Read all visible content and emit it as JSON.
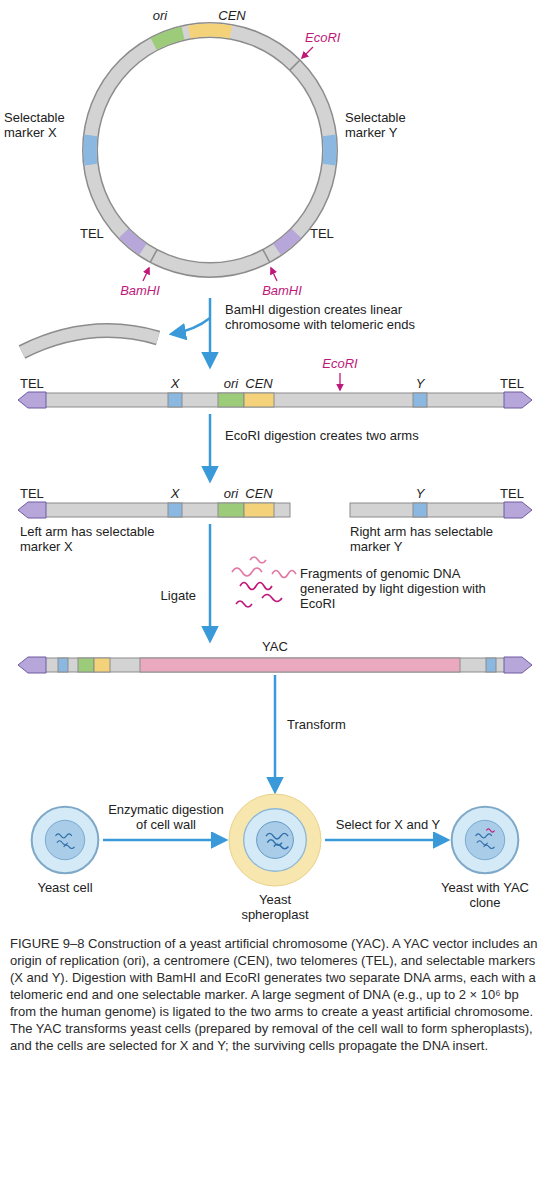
{
  "diagram": {
    "caption": "FIGURE 9–8 Construction of a yeast artificial chromosome (YAC). A YAC vector includes an origin of replication (ori), a centromere (CEN), two telomeres (TEL), and selectable markers (X and Y). Digestion with BamHI and EcoRI generates two separate DNA arms, each with a telomeric end and one selectable marker. A large segment of DNA (e.g., up to 2 × 10⁶ bp from the human genome) is ligated to the two arms to create a yeast artificial chromosome. The YAC transforms yeast cells (prepared by removal of the cell wall to form spheroplasts), and the cells are selected for X and Y; the surviving cells propagate the DNA insert.",
    "nodes": [
      {
        "text": [
          "YAC"
        ]
      },
      {
        "text": [
          "Yeast cell"
        ]
      },
      {
        "text": [
          "Yeast spheroplast"
        ]
      },
      {
        "text": [
          "Yeast with YAC clone"
        ]
      }
    ],
    "edges": [
      {
        "from": 0,
        "to": 2,
        "arrow": "to",
        "label": "Transform"
      },
      {
        "from": 1,
        "to": 2,
        "arrow": "to",
        "label": "Enzymatic digestion of cell wall"
      },
      {
        "from": 2,
        "to": 3,
        "arrow": "to",
        "label": "Select for X and Y"
      }
    ],
    "labels": [
      "ori",
      "CEN",
      "EcoRI",
      "Selectable marker X",
      "Selectable marker Y",
      "TEL",
      "TEL",
      "BamHI",
      "BamHI",
      "BamHI digestion creates linear chromosome with telomeric ends",
      "TEL",
      "X",
      "ori",
      "CEN",
      "EcoRI",
      "Y",
      "TEL",
      "EcoRI digestion creates two arms",
      "TEL",
      "X",
      "ori",
      "CEN",
      "Y",
      "TEL",
      "Left arm has selectable marker X",
      "Right arm has selectable marker Y",
      "Ligate",
      "Fragments of genomic DNA generated by light digestion with EcoRI"
    ]
  }
}
